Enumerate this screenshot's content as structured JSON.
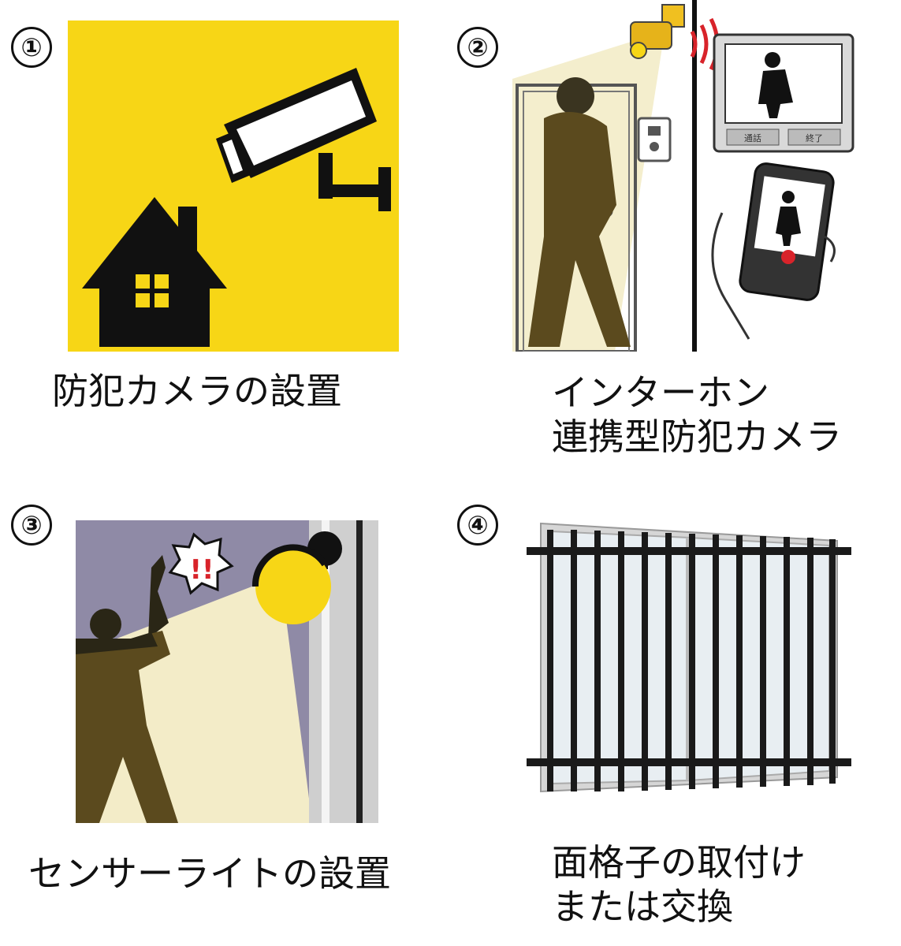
{
  "items": [
    {
      "number": "①",
      "caption_lines": [
        "防犯カメラの設置"
      ]
    },
    {
      "number": "②",
      "caption_lines": [
        "インターホン",
        "連携型防犯カメラ"
      ]
    },
    {
      "number": "③",
      "caption_lines": [
        "センサーライトの設置"
      ]
    },
    {
      "number": "④",
      "caption_lines": [
        "面格子の取付け",
        "または交換"
      ]
    }
  ],
  "monitor_buttons": [
    "通話",
    "終了"
  ],
  "alert_text": "!!",
  "colors": {
    "yellow": "#f7d616",
    "dark": "#111111",
    "silhouette": "#5b4a1e",
    "wall_purple": "#8f8aa6",
    "light_glow": "#f3ecc8",
    "grille": "#1a1a1a",
    "glass": "#e8eef2"
  },
  "icons": [
    "security-camera-icon",
    "house-icon",
    "intercom-camera-icon",
    "smartphone-icon",
    "sensor-light-icon",
    "window-grille-icon"
  ]
}
